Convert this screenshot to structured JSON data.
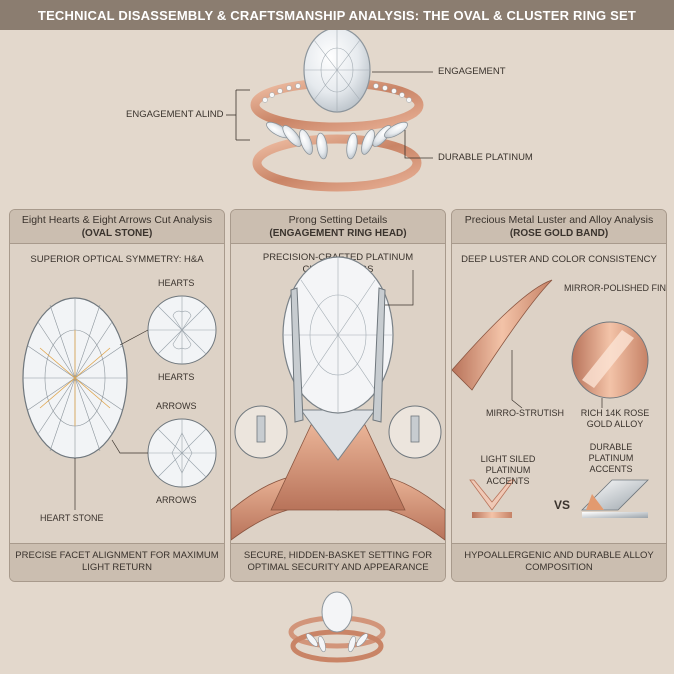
{
  "title": "TECHNICAL DISASSEMBLY & CRAFTSMANSHIP ANALYSIS: THE OVAL & CLUSTER RING SET",
  "hero": {
    "label_engagement": "ENGAGEMENT",
    "label_alind": "ENGAGEMENT ALIND",
    "label_platinum": "DURABLE PLATINUM"
  },
  "panels": [
    {
      "title": "Eight Hearts & Eight Arrows Cut Analysis",
      "subtitle": "(OVAL STONE)",
      "caption": "SUPERIOR OPTICAL SYMMETRY: H&A",
      "labels": {
        "hearts_top": "HEARTS",
        "hearts_bottom": "HEARTS",
        "arrows_top": "ARROWS",
        "arrows_bottom": "ARROWS",
        "heart_stone": "HEART STONE"
      },
      "footer": "PRECISE FACET ALIGNMENT FOR MAXIMUM LIGHT RETURN"
    },
    {
      "title": "Prong Setting Details",
      "subtitle": "(ENGAGEMENT RING HEAD)",
      "caption": "PRECISION-CRAFTED PLATINUM CLAW PRONGS",
      "footer": "SECURE, HIDDEN-BASKET SETTING FOR OPTIMAL SECURITY AND APPEARANCE"
    },
    {
      "title": "Precious Metal Luster and Alloy Analysis",
      "subtitle": "(ROSE GOLD BAND)",
      "caption": "DEEP LUSTER AND COLOR CONSISTENCY",
      "labels": {
        "polished": "MIRROR-POLISHED FINISH",
        "strutish": "MIRRO-STRUTISH",
        "rich": "RICH 14K ROSE GOLD ALLOY",
        "light": "LIGHT SILED PLATINUM ACCENTS",
        "durable": "DURABLE PLATINUM ACCENTS",
        "vs": "VS"
      },
      "footer": "HYPOALLERGENIC AND DURABLE ALLOY COMPOSITION"
    }
  ],
  "colors": {
    "rose": "#d2957a",
    "rose_dark": "#b8735a",
    "banner": "#8b7d70",
    "bg": "#e3d8cc"
  }
}
